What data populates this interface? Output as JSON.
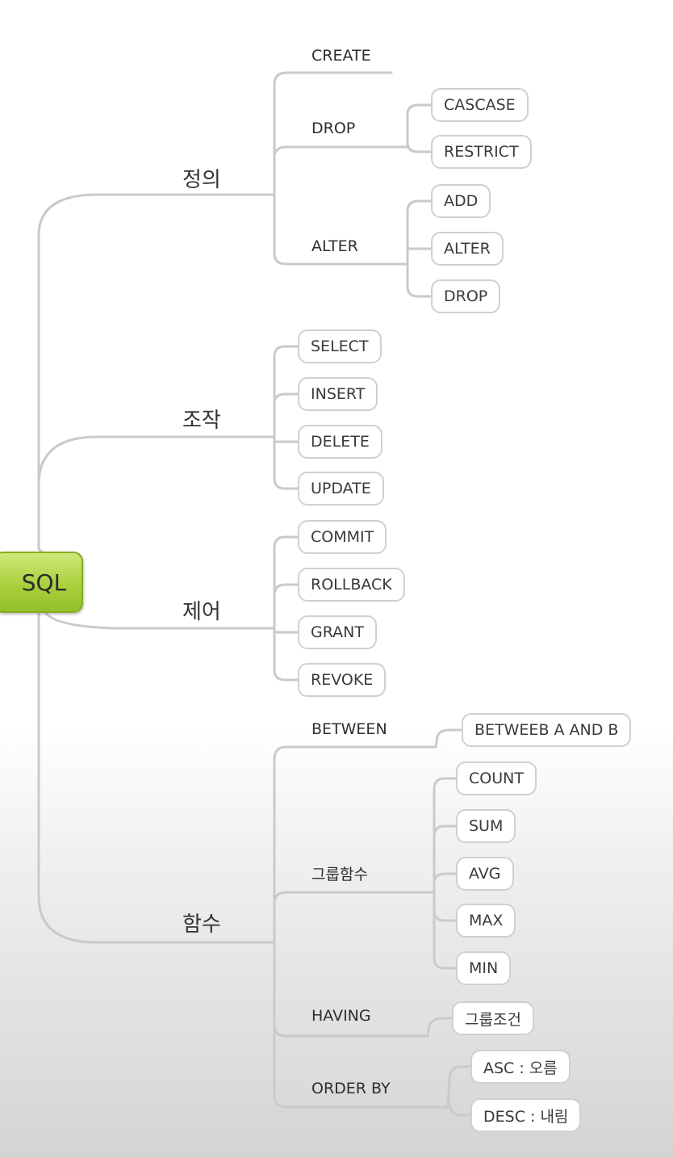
{
  "root": "SQL",
  "categories": {
    "definition": "정의",
    "manipulation": "조작",
    "control": "제어",
    "functions": "함수"
  },
  "definition": {
    "create": "CREATE",
    "drop": {
      "label": "DROP",
      "options": [
        "CASCASE",
        "RESTRICT"
      ]
    },
    "alter": {
      "label": "ALTER",
      "options": [
        "ADD",
        "ALTER",
        "DROP"
      ]
    }
  },
  "manipulation": {
    "items": [
      "SELECT",
      "INSERT",
      "DELETE",
      "UPDATE"
    ]
  },
  "control": {
    "items": [
      "COMMIT",
      "ROLLBACK",
      "GRANT",
      "REVOKE"
    ]
  },
  "functions": {
    "between": {
      "label": "BETWEEN",
      "detail": "BETWEEB A AND B"
    },
    "group": {
      "label": "그룹함수",
      "items": [
        "COUNT",
        "SUM",
        "AVG",
        "MAX",
        "MIN"
      ]
    },
    "having": {
      "label": "HAVING",
      "detail": "그룹조건"
    },
    "orderby": {
      "label": "ORDER BY",
      "items": [
        "ASC : 오름",
        "DESC : 내림"
      ]
    }
  },
  "colors": {
    "line": "#cacaca",
    "root_fill": "#a9d03d",
    "box_border": "#d0d0d0"
  }
}
